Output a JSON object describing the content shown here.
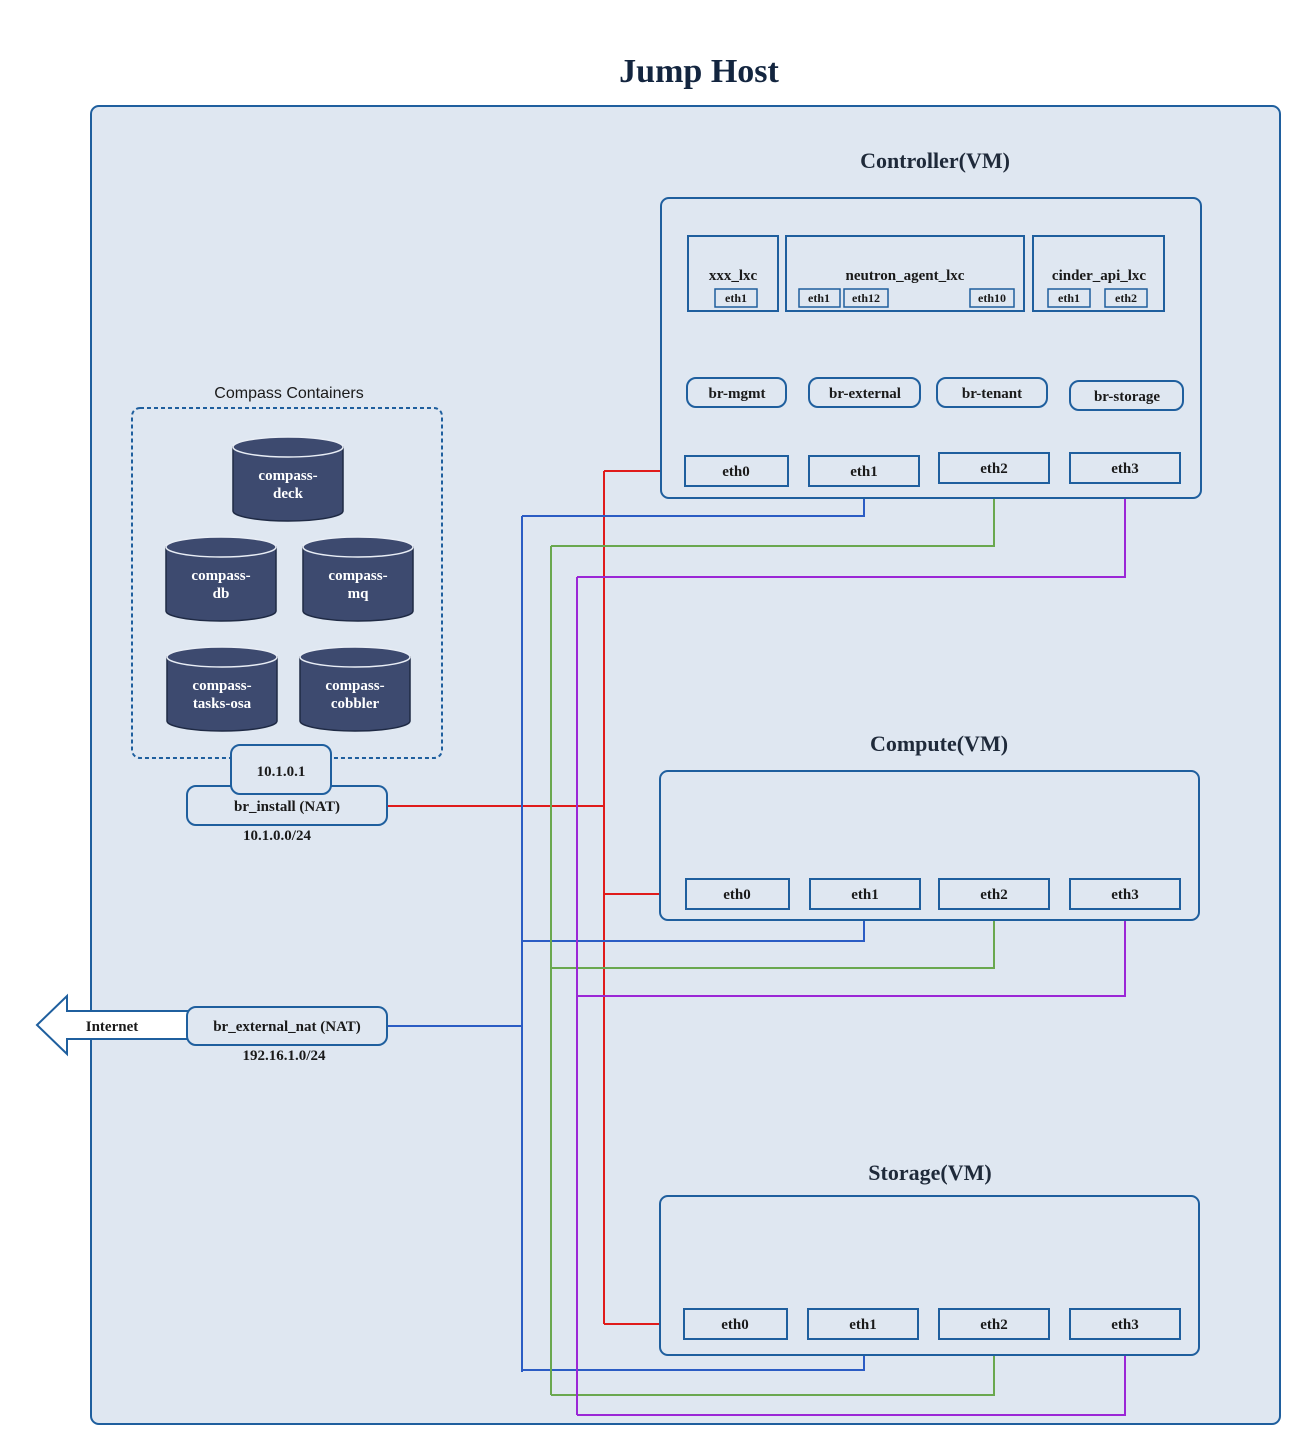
{
  "title": "Jump Host",
  "colors": {
    "frame": "#1f5f9e",
    "frame_fill": "#dfe7f1",
    "db_fill": "#3d4a6f",
    "mgmt": "#e01b1b",
    "external": "#2b5cc4",
    "tenant": "#6aa84f",
    "storage": "#9b27d6"
  },
  "compass": {
    "label": "Compass Containers",
    "containers": [
      "compass-\ndeck",
      "compass-\ndb",
      "compass-\nmq",
      "compass-\ntasks-osa",
      "compass-\ncobbler"
    ],
    "ip": "10.1.0.1",
    "bridge": "br_install (NAT)",
    "subnet": "10.1.0.0/24"
  },
  "external_nat": {
    "bridge": "br_external_nat (NAT)",
    "subnet": "192.16.1.0/24",
    "internet": "Internet",
    "arrow_icon": "left-arrow-icon"
  },
  "controller": {
    "title": "Controller(VM)",
    "lxcs": [
      {
        "name": "xxx_lxc",
        "ports": [
          "eth1"
        ]
      },
      {
        "name": "neutron_agent_lxc",
        "ports": [
          "eth1",
          "eth12",
          "eth10"
        ]
      },
      {
        "name": "cinder_api_lxc",
        "ports": [
          "eth1",
          "eth2"
        ]
      }
    ],
    "bridges": [
      "br-mgmt",
      "br-external",
      "br-tenant",
      "br-storage"
    ],
    "eths": [
      "eth0",
      "eth1",
      "eth2",
      "eth3"
    ]
  },
  "compute": {
    "title": "Compute(VM)",
    "eths": [
      "eth0",
      "eth1",
      "eth2",
      "eth3"
    ]
  },
  "storage_vm": {
    "title": "Storage(VM)",
    "eths": [
      "eth0",
      "eth1",
      "eth2",
      "eth3"
    ]
  }
}
